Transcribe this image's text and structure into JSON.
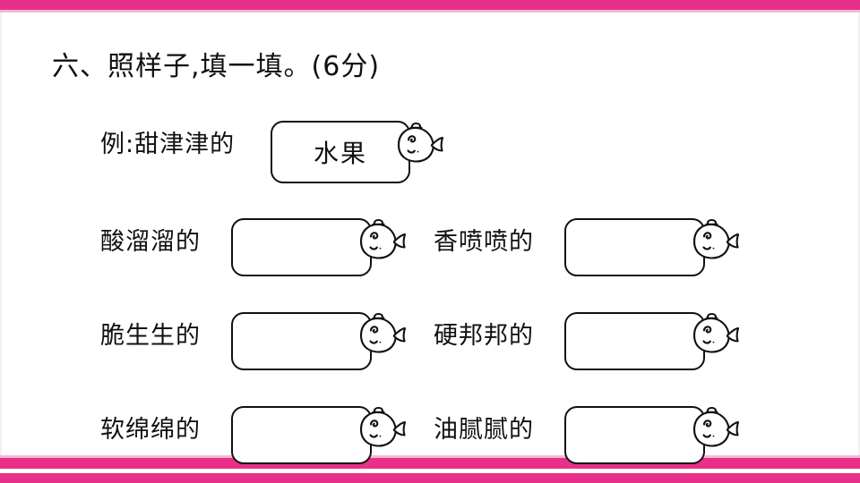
{
  "page": {
    "accent_color": "#E8308A",
    "accent_light": "#F6B9D6",
    "ink_color": "#101010",
    "background": "#ffffff"
  },
  "heading": {
    "text": "六、照样子,填一填。(6分)",
    "number": "六",
    "instruction": "照样子,填一填。",
    "points": "(6分)"
  },
  "example": {
    "label": "例:甜津津的",
    "answer": "水果",
    "icon": "whale-icon"
  },
  "rows": [
    {
      "left": {
        "label": "酸溜溜的",
        "answer": "",
        "icon": "whale-icon"
      },
      "right": {
        "label": "香喷喷的",
        "answer": "",
        "icon": "whale-icon"
      }
    },
    {
      "left": {
        "label": "脆生生的",
        "answer": "",
        "icon": "whale-icon"
      },
      "right": {
        "label": "硬邦邦的",
        "answer": "",
        "icon": "whale-icon"
      }
    },
    {
      "left": {
        "label": "软绵绵的",
        "answer": "",
        "icon": "whale-icon"
      },
      "right": {
        "label": "油腻腻的",
        "answer": "",
        "icon": "whale-icon"
      }
    }
  ]
}
